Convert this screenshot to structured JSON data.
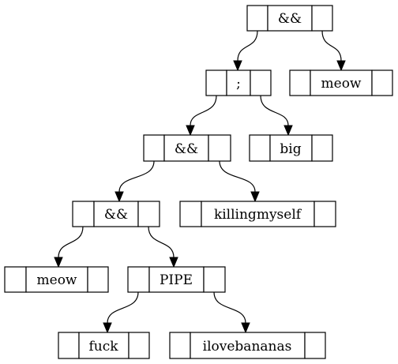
{
  "diagram": {
    "type": "binary-tree",
    "nodes": [
      {
        "id": "n1",
        "label": "&&"
      },
      {
        "id": "n2",
        "label": ";"
      },
      {
        "id": "n3",
        "label": "meow"
      },
      {
        "id": "n4",
        "label": "&&"
      },
      {
        "id": "n5",
        "label": "big"
      },
      {
        "id": "n6",
        "label": "&&"
      },
      {
        "id": "n7",
        "label": "killingmyself"
      },
      {
        "id": "n8",
        "label": "meow"
      },
      {
        "id": "n9",
        "label": "PIPE"
      },
      {
        "id": "n10",
        "label": "fuck"
      },
      {
        "id": "n11",
        "label": "ilovebananas"
      }
    ],
    "edges": [
      {
        "from": "n1",
        "to": "n2",
        "side": "left"
      },
      {
        "from": "n1",
        "to": "n3",
        "side": "right"
      },
      {
        "from": "n2",
        "to": "n4",
        "side": "left"
      },
      {
        "from": "n2",
        "to": "n5",
        "side": "right"
      },
      {
        "from": "n4",
        "to": "n6",
        "side": "left"
      },
      {
        "from": "n4",
        "to": "n7",
        "side": "right"
      },
      {
        "from": "n6",
        "to": "n8",
        "side": "left"
      },
      {
        "from": "n6",
        "to": "n9",
        "side": "right"
      },
      {
        "from": "n9",
        "to": "n10",
        "side": "left"
      },
      {
        "from": "n9",
        "to": "n11",
        "side": "right"
      }
    ]
  }
}
